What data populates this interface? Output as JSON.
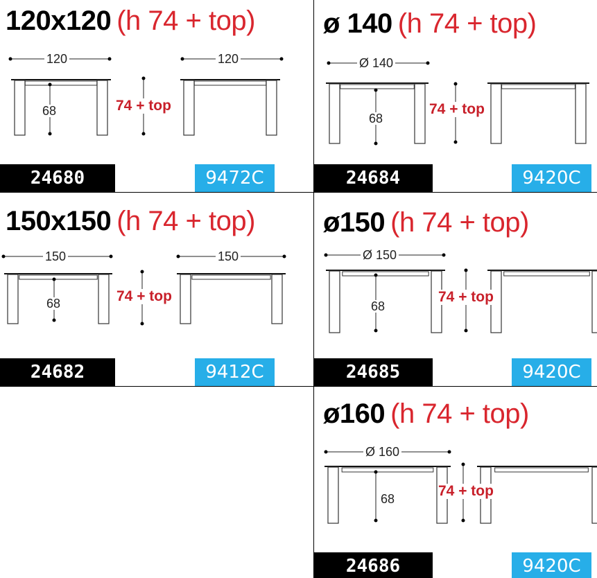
{
  "cells": [
    {
      "model": "120x120",
      "height": "(h 74 + top)",
      "width_label": "120",
      "width_label_2": "120",
      "leg_label": "68",
      "height_label": "74 + top",
      "code": "24680",
      "color_code": "9472C"
    },
    {
      "model": "ø 140",
      "height": "(h 74 + top)",
      "width_label": "Ø 140",
      "leg_label": "68",
      "height_label": "74 + top",
      "code": "24684",
      "color_code": "9420C"
    },
    {
      "model": "150x150",
      "height": "(h 74 + top)",
      "width_label": "150",
      "width_label_2": "150",
      "leg_label": "68",
      "height_label": "74 + top",
      "code": "24682",
      "color_code": "9412C"
    },
    {
      "model": "ø150",
      "height": "(h 74 + top)",
      "width_label": "Ø 150",
      "leg_label": "68",
      "height_label": "74 + top",
      "code": "24685",
      "color_code": "9420C"
    },
    {
      "model": "ø160",
      "height": "(h 74 + top)",
      "width_label": "Ø 160",
      "leg_label": "68",
      "height_label": "74 + top",
      "code": "24686",
      "color_code": "9420C"
    }
  ],
  "colors": {
    "red": "#d9262e",
    "blue": "#27aee8",
    "black": "#000000"
  }
}
